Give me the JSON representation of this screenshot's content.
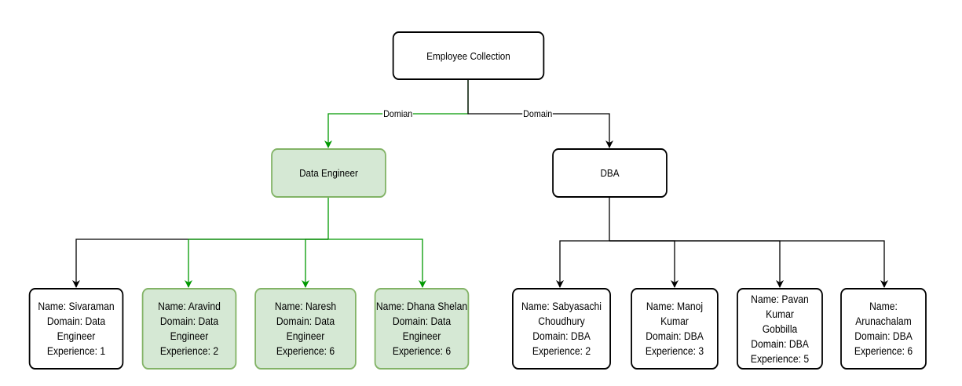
{
  "diagram": {
    "root": {
      "label": "Employee Collection"
    },
    "edges": {
      "left_label": "Domian",
      "right_label": "Domain"
    },
    "colors": {
      "highlight_stroke": "#82b366",
      "highlight_fill": "#d5e8d4",
      "default_stroke": "#000000",
      "highlight_edge": "#009900"
    },
    "groups": [
      {
        "label": "Data Engineer",
        "highlighted": true,
        "employees": [
          {
            "text": "Name: Sivaraman\nDomain: Data Engineer\nExperience: 1",
            "highlighted": false
          },
          {
            "text": "Name: Aravind\nDomain: Data Engineer\nExperience: 2",
            "highlighted": true
          },
          {
            "text": "Name: Naresh\nDomain: Data Engineer\nExperience: 6",
            "highlighted": true
          },
          {
            "text": "Name: Dhana Shelan\nDomain: Data Engineer\nExperience: 6",
            "highlighted": true
          }
        ]
      },
      {
        "label": "DBA",
        "highlighted": false,
        "employees": [
          {
            "text": "Name: Sabyasachi\nChoudhury\nDomain: DBA\nExperience: 2",
            "highlighted": false
          },
          {
            "text": "Name: Manoj Kumar\nDomain: DBA\nExperience: 3",
            "highlighted": false
          },
          {
            "text": "Name: Pavan Kumar\nGobbilla\nDomain: DBA\nExperience: 5",
            "highlighted": false
          },
          {
            "text": "Name: Arunachalam\nDomain: DBA\nExperience: 6",
            "highlighted": false
          }
        ]
      }
    ]
  }
}
